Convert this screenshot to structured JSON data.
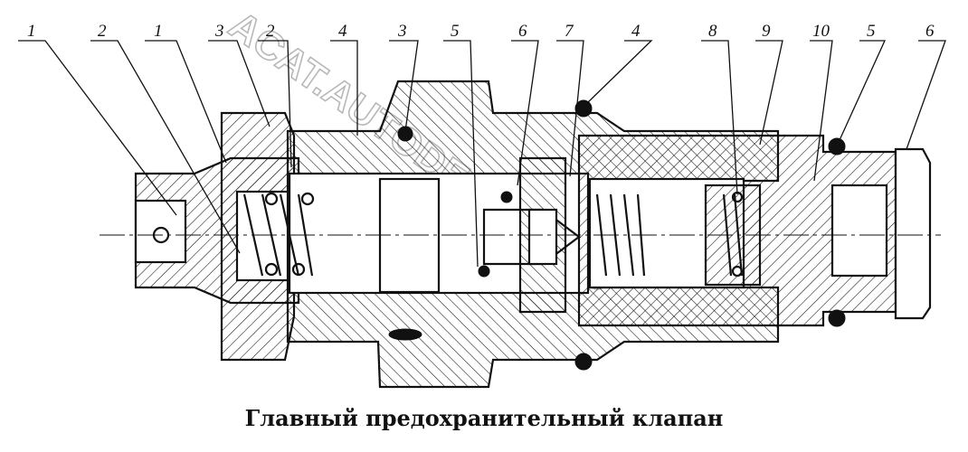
{
  "caption": "Главный предохранительный клапан",
  "callouts": [
    "1",
    "2",
    "1",
    "3",
    "2",
    "4",
    "3",
    "5",
    "6",
    "7",
    "4",
    "8",
    "9",
    "10",
    "5",
    "6"
  ],
  "watermark": "ACAT.AUTODEALER.RU",
  "colors": {
    "line": "#111111",
    "background": "#ffffff",
    "watermark": "#b8b8b8"
  }
}
